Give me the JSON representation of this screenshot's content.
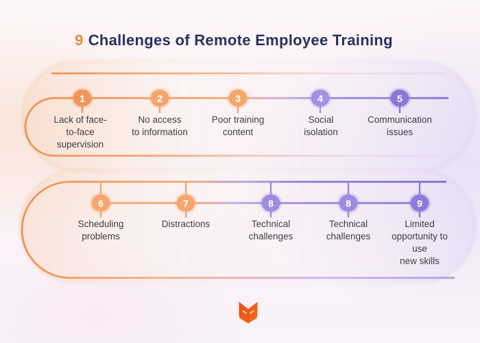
{
  "title": {
    "highlight": "9",
    "text": "Challenges of Remote Employee Training"
  },
  "tracks": [
    {
      "name": "top-track",
      "items": [
        {
          "number": "1",
          "label": [
            "Lack of face-",
            "to-face",
            "supervision"
          ],
          "color": "#F0965B"
        },
        {
          "number": "2",
          "label": [
            "No access",
            "to information"
          ],
          "color": "#F4A76D"
        },
        {
          "number": "3",
          "label": [
            "Poor training",
            "content"
          ],
          "color": "#F4A76D"
        },
        {
          "number": "4",
          "label": [
            "Social",
            "isolation"
          ],
          "color": "#A392E2"
        },
        {
          "number": "5",
          "label": [
            "Communication",
            "issues"
          ],
          "color": "#8878D6"
        }
      ]
    },
    {
      "name": "bottom-track",
      "items": [
        {
          "number": "6",
          "label": [
            "Scheduling",
            "problems"
          ],
          "color": "#F4A76D"
        },
        {
          "number": "7",
          "label": [
            "Distractions"
          ],
          "color": "#F4A76D"
        },
        {
          "number": "8",
          "label": [
            "Technical",
            "challenges"
          ],
          "color": "#9D8CE0"
        },
        {
          "number": "8",
          "label": [
            "Technical",
            "challenges"
          ],
          "color": "#9D8CE0"
        },
        {
          "number": "9",
          "label": [
            "Limited",
            "opportunity to use",
            "new skills"
          ],
          "color": "#8F7CDA"
        }
      ]
    }
  ],
  "colors": {
    "accent_orange": "#F09255",
    "accent_purple": "#8071D3",
    "title_navy": "#29325F",
    "title_number_orange": "#ED8B3D",
    "label_text": "#3F3E43",
    "logo_orange": "#F3571F"
  },
  "logo": {
    "name": "fox-book-logo"
  }
}
